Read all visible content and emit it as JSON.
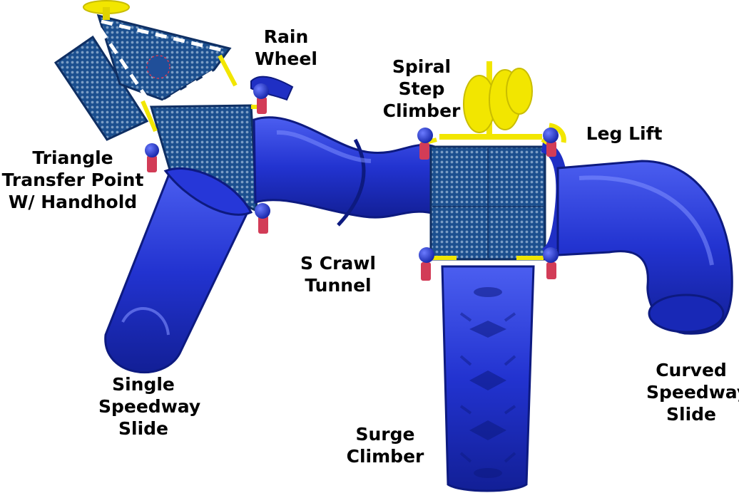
{
  "colors": {
    "plastic_blue": "#1f2fc4",
    "deck_blue": "#1b4f8f",
    "accent_yellow": "#f2e600",
    "post_red": "#d23c57",
    "label_text": "#000000"
  },
  "labels": {
    "rain_wheel": [
      "Rain",
      "Wheel"
    ],
    "spiral_step_climber": [
      "Spiral",
      "Step",
      "Climber"
    ],
    "leg_lift": [
      "Leg Lift"
    ],
    "triangle_transfer": [
      "Triangle",
      "Transfer Point",
      "W/ Handhold"
    ],
    "s_crawl_tunnel": [
      "S Crawl",
      "Tunnel"
    ],
    "single_speedway_slide": [
      "Single",
      "Speedway",
      "Slide"
    ],
    "surge_climber": [
      "Surge",
      "Climber"
    ],
    "curved_speedway_slide": [
      "Curved",
      "Speedway",
      "Slide"
    ]
  }
}
